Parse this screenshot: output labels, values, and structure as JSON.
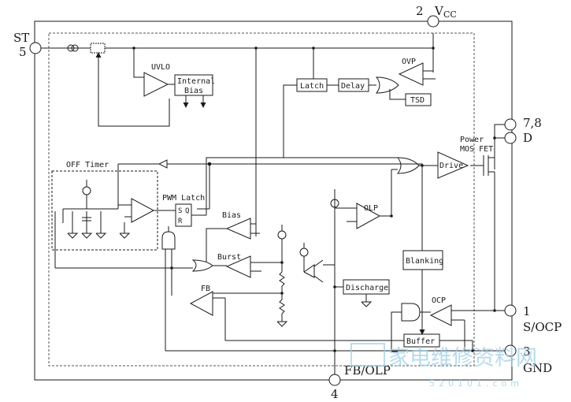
{
  "pins": {
    "st_name": "ST",
    "st_num": "5",
    "vcc_num": "2",
    "vcc_name": "V",
    "vcc_sub": "CC",
    "d_num": "7,8",
    "d_name": "D",
    "socp_num": "1",
    "socp_name": "S/OCP",
    "gnd_num": "3",
    "gnd_name": "GND",
    "fbolp_name": "FB/OLP",
    "fbolp_num": "4"
  },
  "blocks": {
    "uvlo": "UVLO",
    "internal_bias_1": "Internal",
    "internal_bias_2": "Bias",
    "latch": "Latch",
    "delay": "Delay",
    "ovp": "OVP",
    "tsd": "TSD",
    "off_timer": "OFF Timer",
    "pwm_latch": "PWM Latch",
    "drive": "Drive",
    "power_mosfet_1": "Power",
    "power_mosfet_2": "MOS FET",
    "bias": "Bias",
    "burst": "Burst",
    "olp": "OLP",
    "blanking": "Blanking",
    "discharge": "Discharge",
    "fb": "FB",
    "ocp": "OCP",
    "buffer": "Buffer",
    "latch_s": "S",
    "latch_r": "R",
    "latch_q": "Q"
  },
  "watermark": {
    "chinese": "家电维修资料网",
    "digits": "520101.com"
  },
  "colors": {
    "line": "#1a1a1a",
    "dashed_boundary": "#555555",
    "watermark": "#9fcfe8"
  }
}
